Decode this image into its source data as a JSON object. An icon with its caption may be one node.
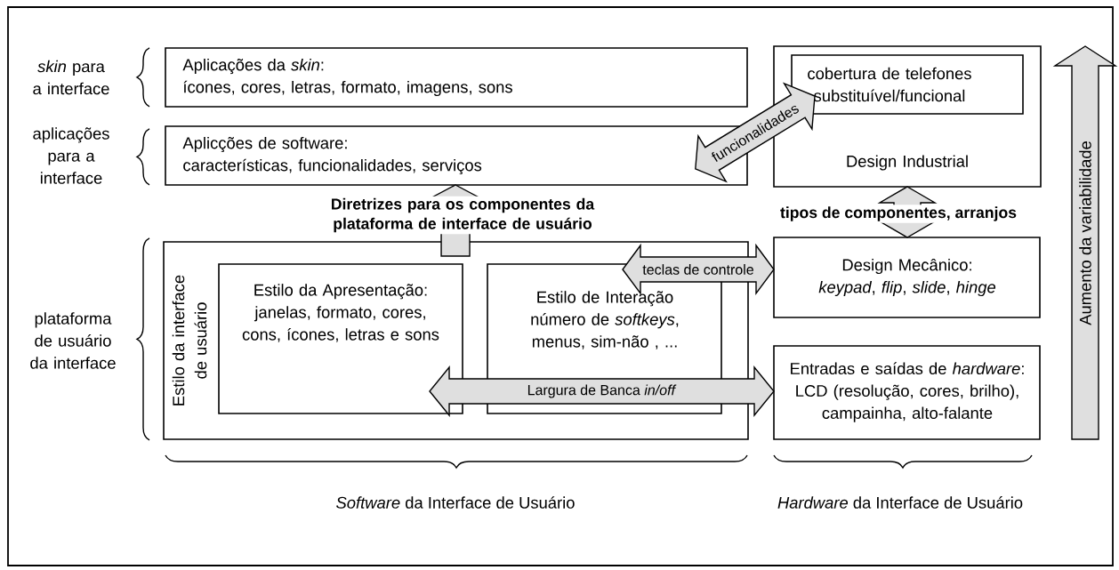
{
  "diagram": {
    "nodes": [
      {
        "text": [
          "Aplicações da *skin*:",
          "ícones, cores, letras, formato, imagens, sons"
        ]
      },
      {
        "text": [
          "Aplicções de software:",
          "características, funcionalidades, serviços"
        ]
      },
      {
        "text": [
          "Design Industrial"
        ]
      },
      {
        "text": [
          "cobertura de telefones substituível/funcional"
        ],
        "in": 2
      },
      {
        "text": [
          "Estilo da interface de usuário"
        ]
      },
      {
        "text": [
          "Estilo da Apresentação:",
          "janelas, formato, cores, cons, ícones, letras e sons"
        ],
        "in": 4
      },
      {
        "text": [
          "Estilo de Interação",
          "número de *softkeys*, menus, sim-não , ..."
        ],
        "in": 4
      },
      {
        "text": [
          "Design  Mecânico:",
          "*keypad*, *flip*, *slide*, *hinge*"
        ]
      },
      {
        "text": [
          "Entradas e saídas de *hardware*:",
          "LCD (resolução, cores, brilho), campainha, alto-falante"
        ]
      }
    ],
    "edges": [
      {
        "from": 4,
        "to": 1,
        "arrow": "to",
        "label": "Diretrizes para os componentes da plataforma de interface de usuário"
      },
      {
        "from": 1,
        "to": 3,
        "arrow": "both",
        "label": "funcionalidades"
      },
      {
        "from": 2,
        "to": 7,
        "arrow": "both",
        "label": "tipos de componentes, arranjos"
      },
      {
        "from": 6,
        "to": 7,
        "arrow": "both",
        "label": "teclas de controle"
      },
      {
        "from": 5,
        "to": 8,
        "arrow": "both",
        "label": "Largura de Banca *in/off*"
      }
    ],
    "labels": [
      "*skin* para a interface",
      "aplicações para a interface",
      "plataforma de usuário da interface",
      "*Software* da Interface de Usuário",
      "*Hardware* da Interface de Usuário",
      "Aumento da variabilidade"
    ]
  }
}
